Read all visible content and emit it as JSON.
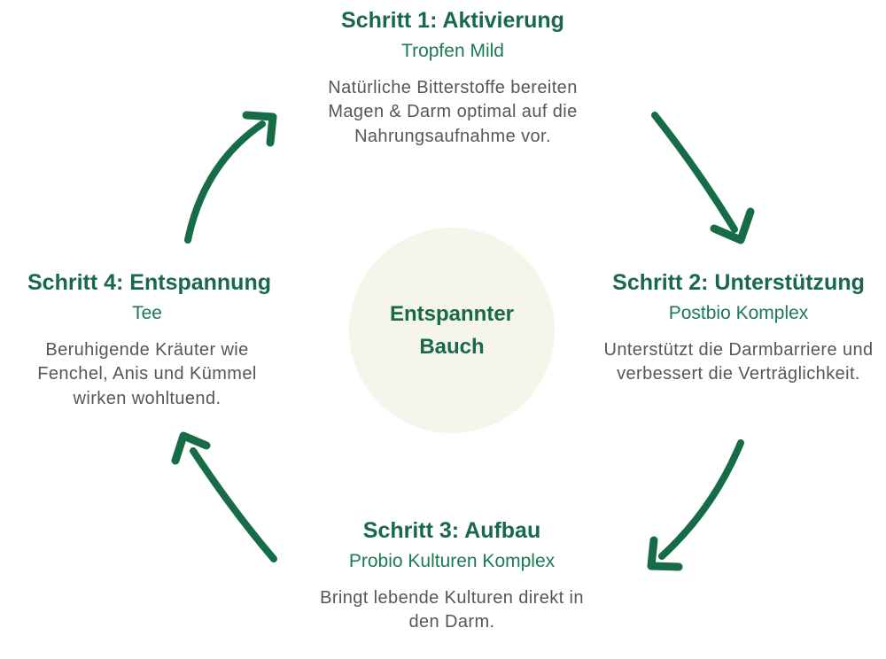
{
  "diagram": {
    "type": "cycle",
    "center": {
      "label": "Entspannter Bauch"
    },
    "steps": [
      {
        "position": "top",
        "title": "Schritt 1: Aktivierung",
        "product": "Tropfen Mild",
        "description": "Natürliche Bitterstoffe bereiten Magen & Darm optimal auf die Nahrungsaufnahme vor."
      },
      {
        "position": "right",
        "title": "Schritt 2: Unterstützung",
        "product": "Postbio Komplex",
        "description": "Unterstützt die Darmbarriere und verbessert die Verträglichkeit."
      },
      {
        "position": "bottom",
        "title": "Schritt 3: Aufbau",
        "product": "Probio Kulturen Komplex",
        "description": "Bringt lebende Kulturen direkt in den Darm."
      },
      {
        "position": "left",
        "title": "Schritt 4: Entspannung",
        "product": "Tee",
        "description": "Beruhigende Kräuter wie Fenchel, Anis und Kümmel wirken wohltuend."
      }
    ],
    "arrows": [
      {
        "icon": "curved-arrow-step1-to-step2-icon",
        "location": "top-right",
        "points": "down-right"
      },
      {
        "icon": "curved-arrow-step2-to-step3-icon",
        "location": "bottom-right",
        "points": "down-left"
      },
      {
        "icon": "curved-arrow-step3-to-step4-icon",
        "location": "bottom-left",
        "points": "up-left"
      },
      {
        "icon": "curved-arrow-step4-to-step1-icon",
        "location": "top-left",
        "points": "up-right"
      }
    ]
  },
  "colors": {
    "page_bg": "#ffffff",
    "title_green": "#17694a",
    "product_green": "#1b7a52",
    "body_gray": "#54575a",
    "arrow_green": "#156c46",
    "circle_bg": "#f5f5ec"
  }
}
